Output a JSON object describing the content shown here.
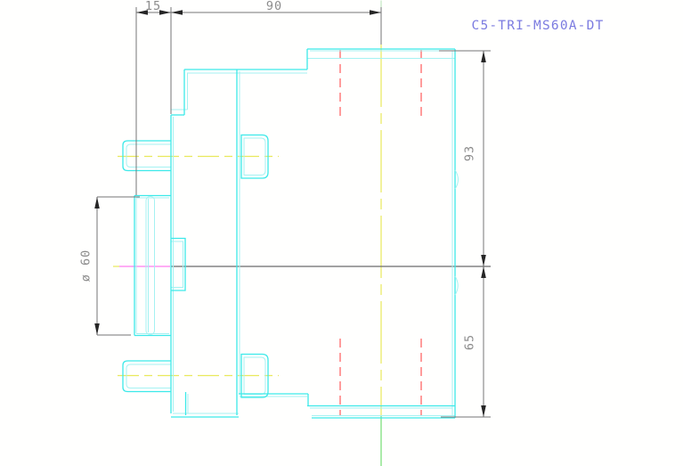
{
  "title": {
    "drawing_code": "C5-TRI-MS60A-DT"
  },
  "dimensions": {
    "top_width_small": "15",
    "top_width_large": "90",
    "right_height_upper": "93",
    "right_height_lower": "65",
    "left_diameter": "ø 60"
  },
  "colors": {
    "part_outline": "#3ce9e9",
    "part_outline_secondary": "#a5f2f2",
    "hidden_detail": "#ff5a5a",
    "centerline_yellow": "#e9e95c",
    "centerline_magenta": "#ff92f2",
    "centerline_green": "#8fe48f",
    "dimension_line": "#767676",
    "dimension_text": "#8c8c8c",
    "title_text": "#7b7be0",
    "background": "#ffffff"
  }
}
